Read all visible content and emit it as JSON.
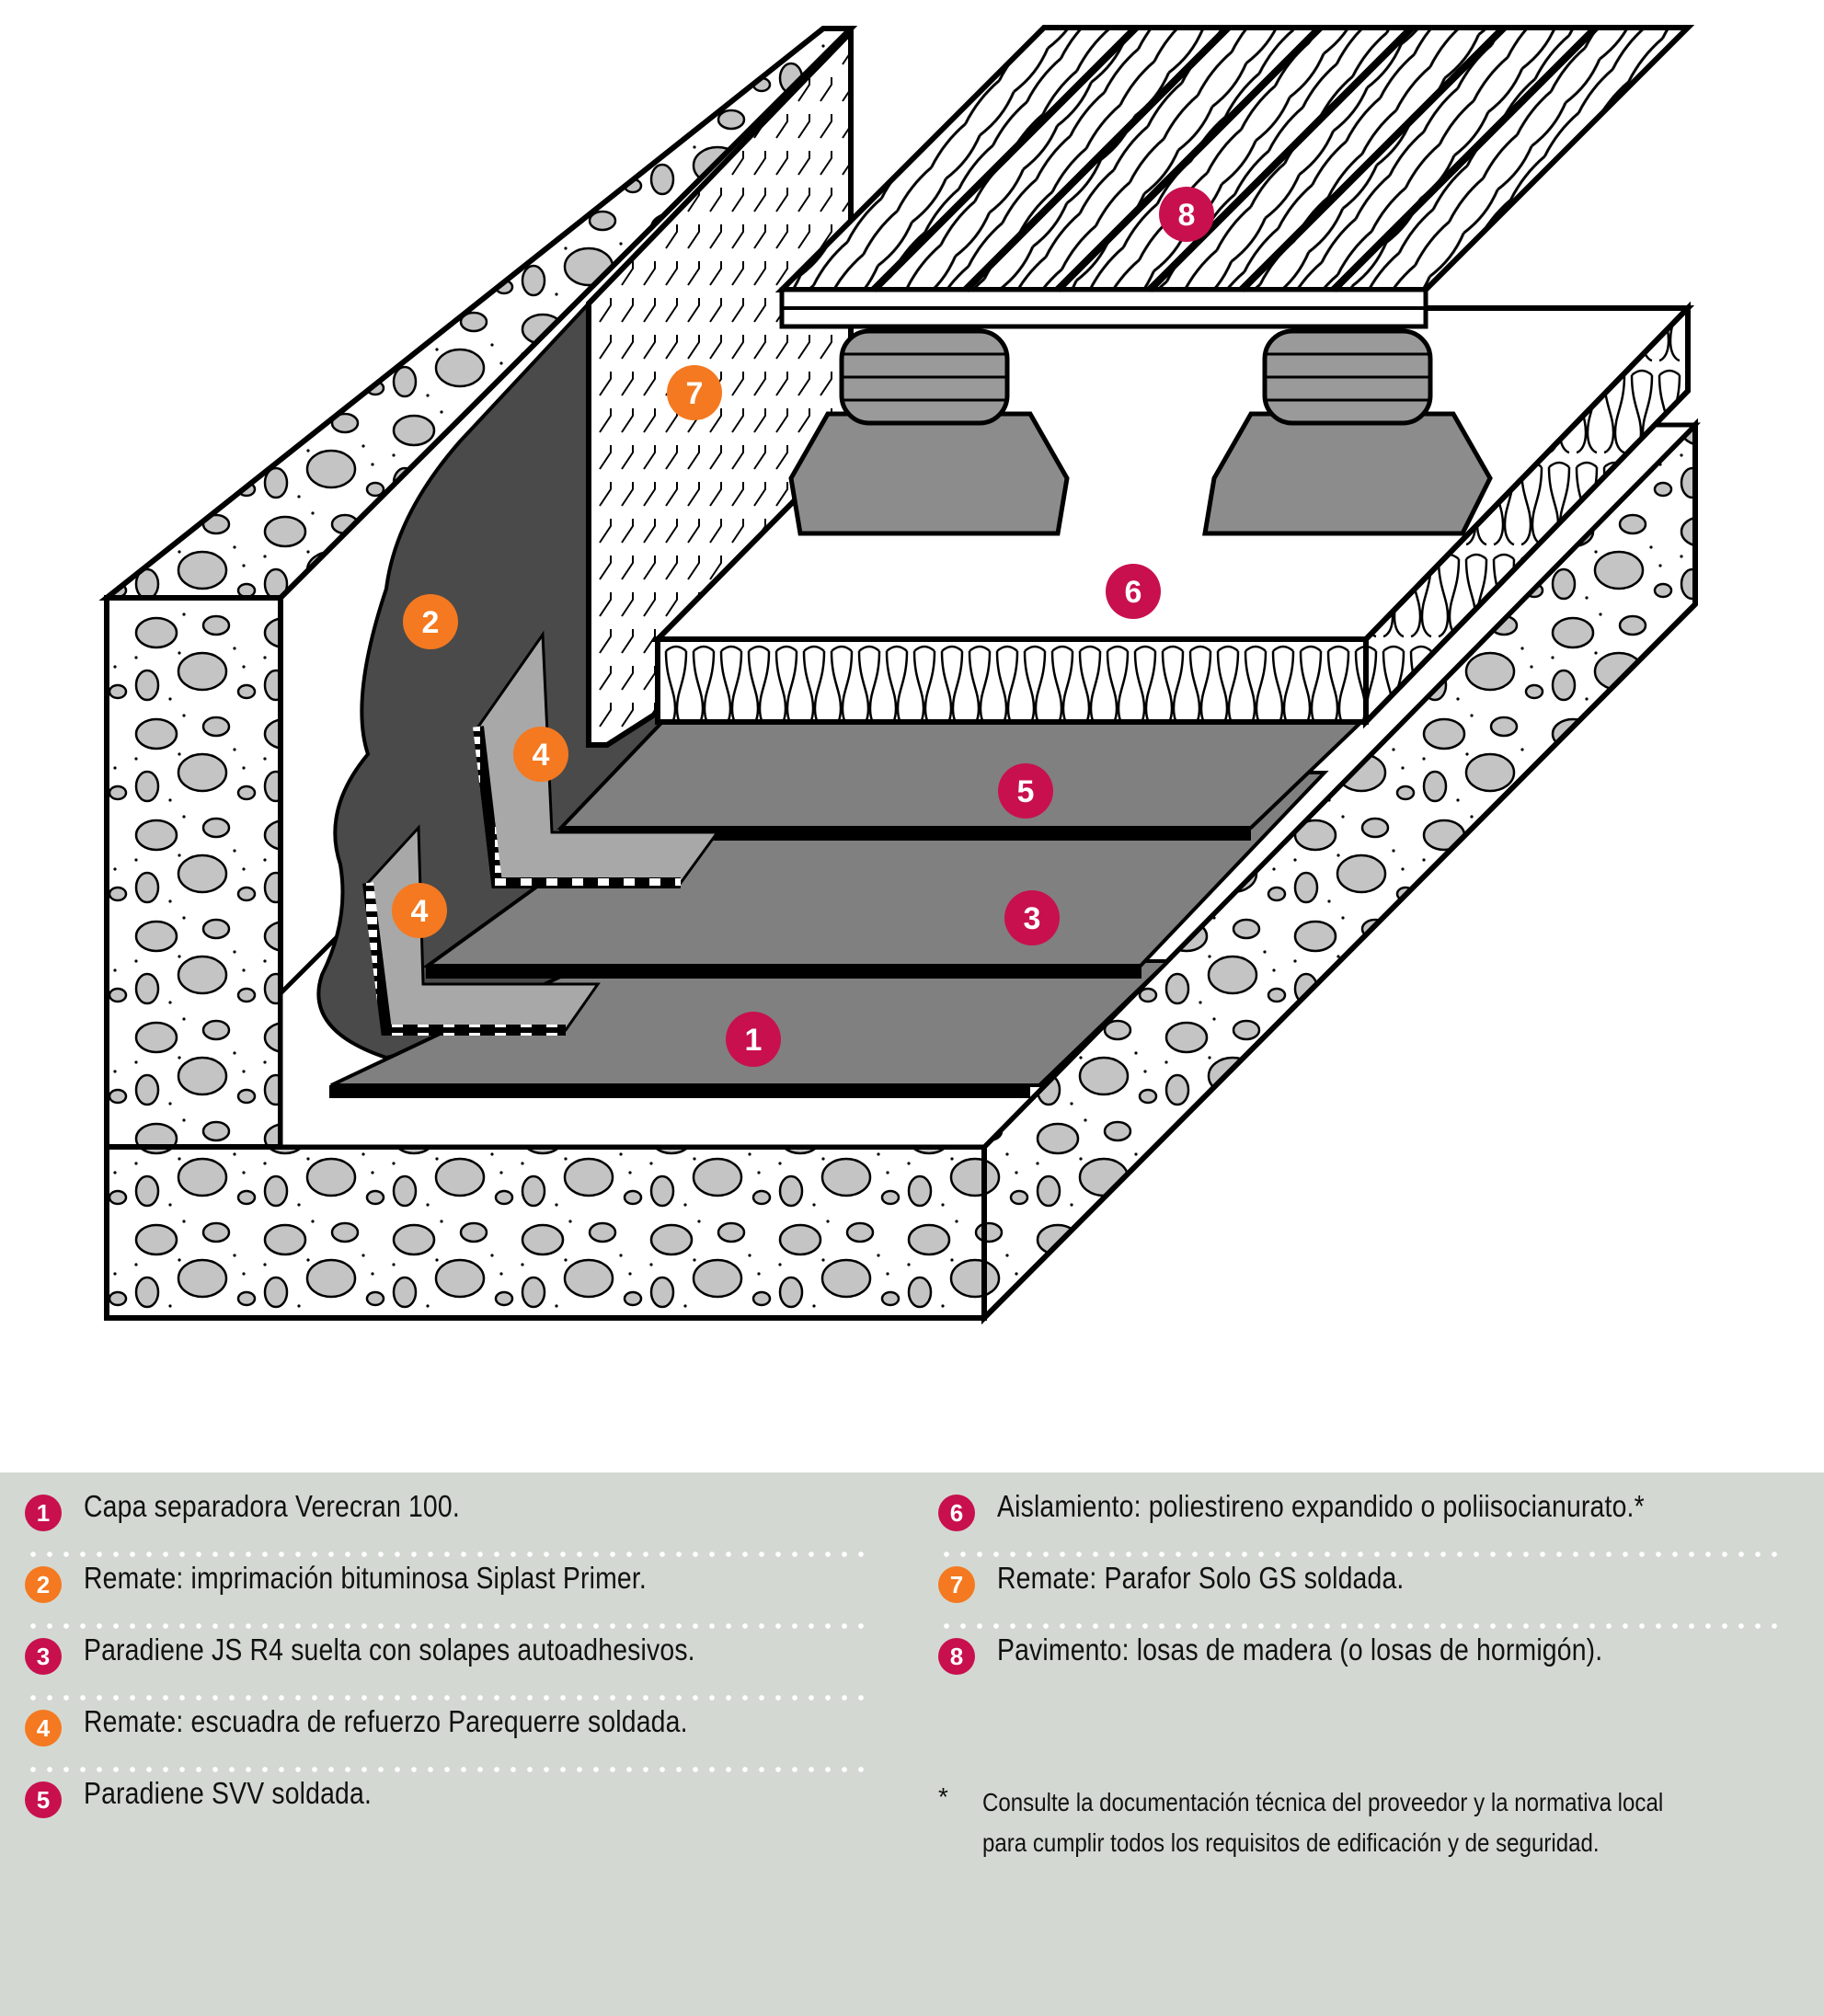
{
  "colors": {
    "crimson": "#C8104E",
    "orange": "#F47920",
    "legend_bg": "#D3D9D2",
    "membrane": "#808080",
    "membrane_light": "#A8A8A8",
    "bitumen": "#4A4A4A",
    "aggregate": "#C4C4C4"
  },
  "markers": [
    {
      "number": "1",
      "color": "crimson",
      "component": "Capa separadora Verecran 100"
    },
    {
      "number": "2",
      "color": "orange",
      "component": "Siplast Primer"
    },
    {
      "number": "3",
      "color": "crimson",
      "component": "Paradiene JS R4"
    },
    {
      "number": "4",
      "color": "orange",
      "component": "Parequerre (upper)"
    },
    {
      "number": "4",
      "color": "orange",
      "component": "Parequerre (lower)"
    },
    {
      "number": "5",
      "color": "crimson",
      "component": "Paradiene SVV"
    },
    {
      "number": "6",
      "color": "crimson",
      "component": "Aislamiento"
    },
    {
      "number": "7",
      "color": "orange",
      "component": "Parafor Solo GS"
    },
    {
      "number": "8",
      "color": "crimson",
      "component": "Pavimento"
    }
  ],
  "legend": {
    "left": [
      {
        "number": "1",
        "color": "crimson",
        "text": "Capa separadora Verecran 100."
      },
      {
        "number": "2",
        "color": "orange",
        "text": "Remate: imprimación bituminosa Siplast Primer."
      },
      {
        "number": "3",
        "color": "crimson",
        "text": "Paradiene JS R4 suelta con solapes autoadhesivos."
      },
      {
        "number": "4",
        "color": "orange",
        "text": "Remate: escuadra de refuerzo Parequerre soldada."
      },
      {
        "number": "5",
        "color": "crimson",
        "text": "Paradiene SVV soldada."
      }
    ],
    "right": [
      {
        "number": "6",
        "color": "crimson",
        "text": "Aislamiento: poliestireno expandido o poliisocianurato.*"
      },
      {
        "number": "7",
        "color": "orange",
        "text": "Remate: Parafor Solo GS soldada."
      },
      {
        "number": "8",
        "color": "crimson",
        "text": "Pavimento: losas de madera (o losas de hormigón)."
      }
    ],
    "footnote": {
      "symbol": "*",
      "line1": "Consulte la documentación técnica del proveedor y la normativa local",
      "line2": "para cumplir todos los requisitos de edificación y de seguridad."
    }
  }
}
